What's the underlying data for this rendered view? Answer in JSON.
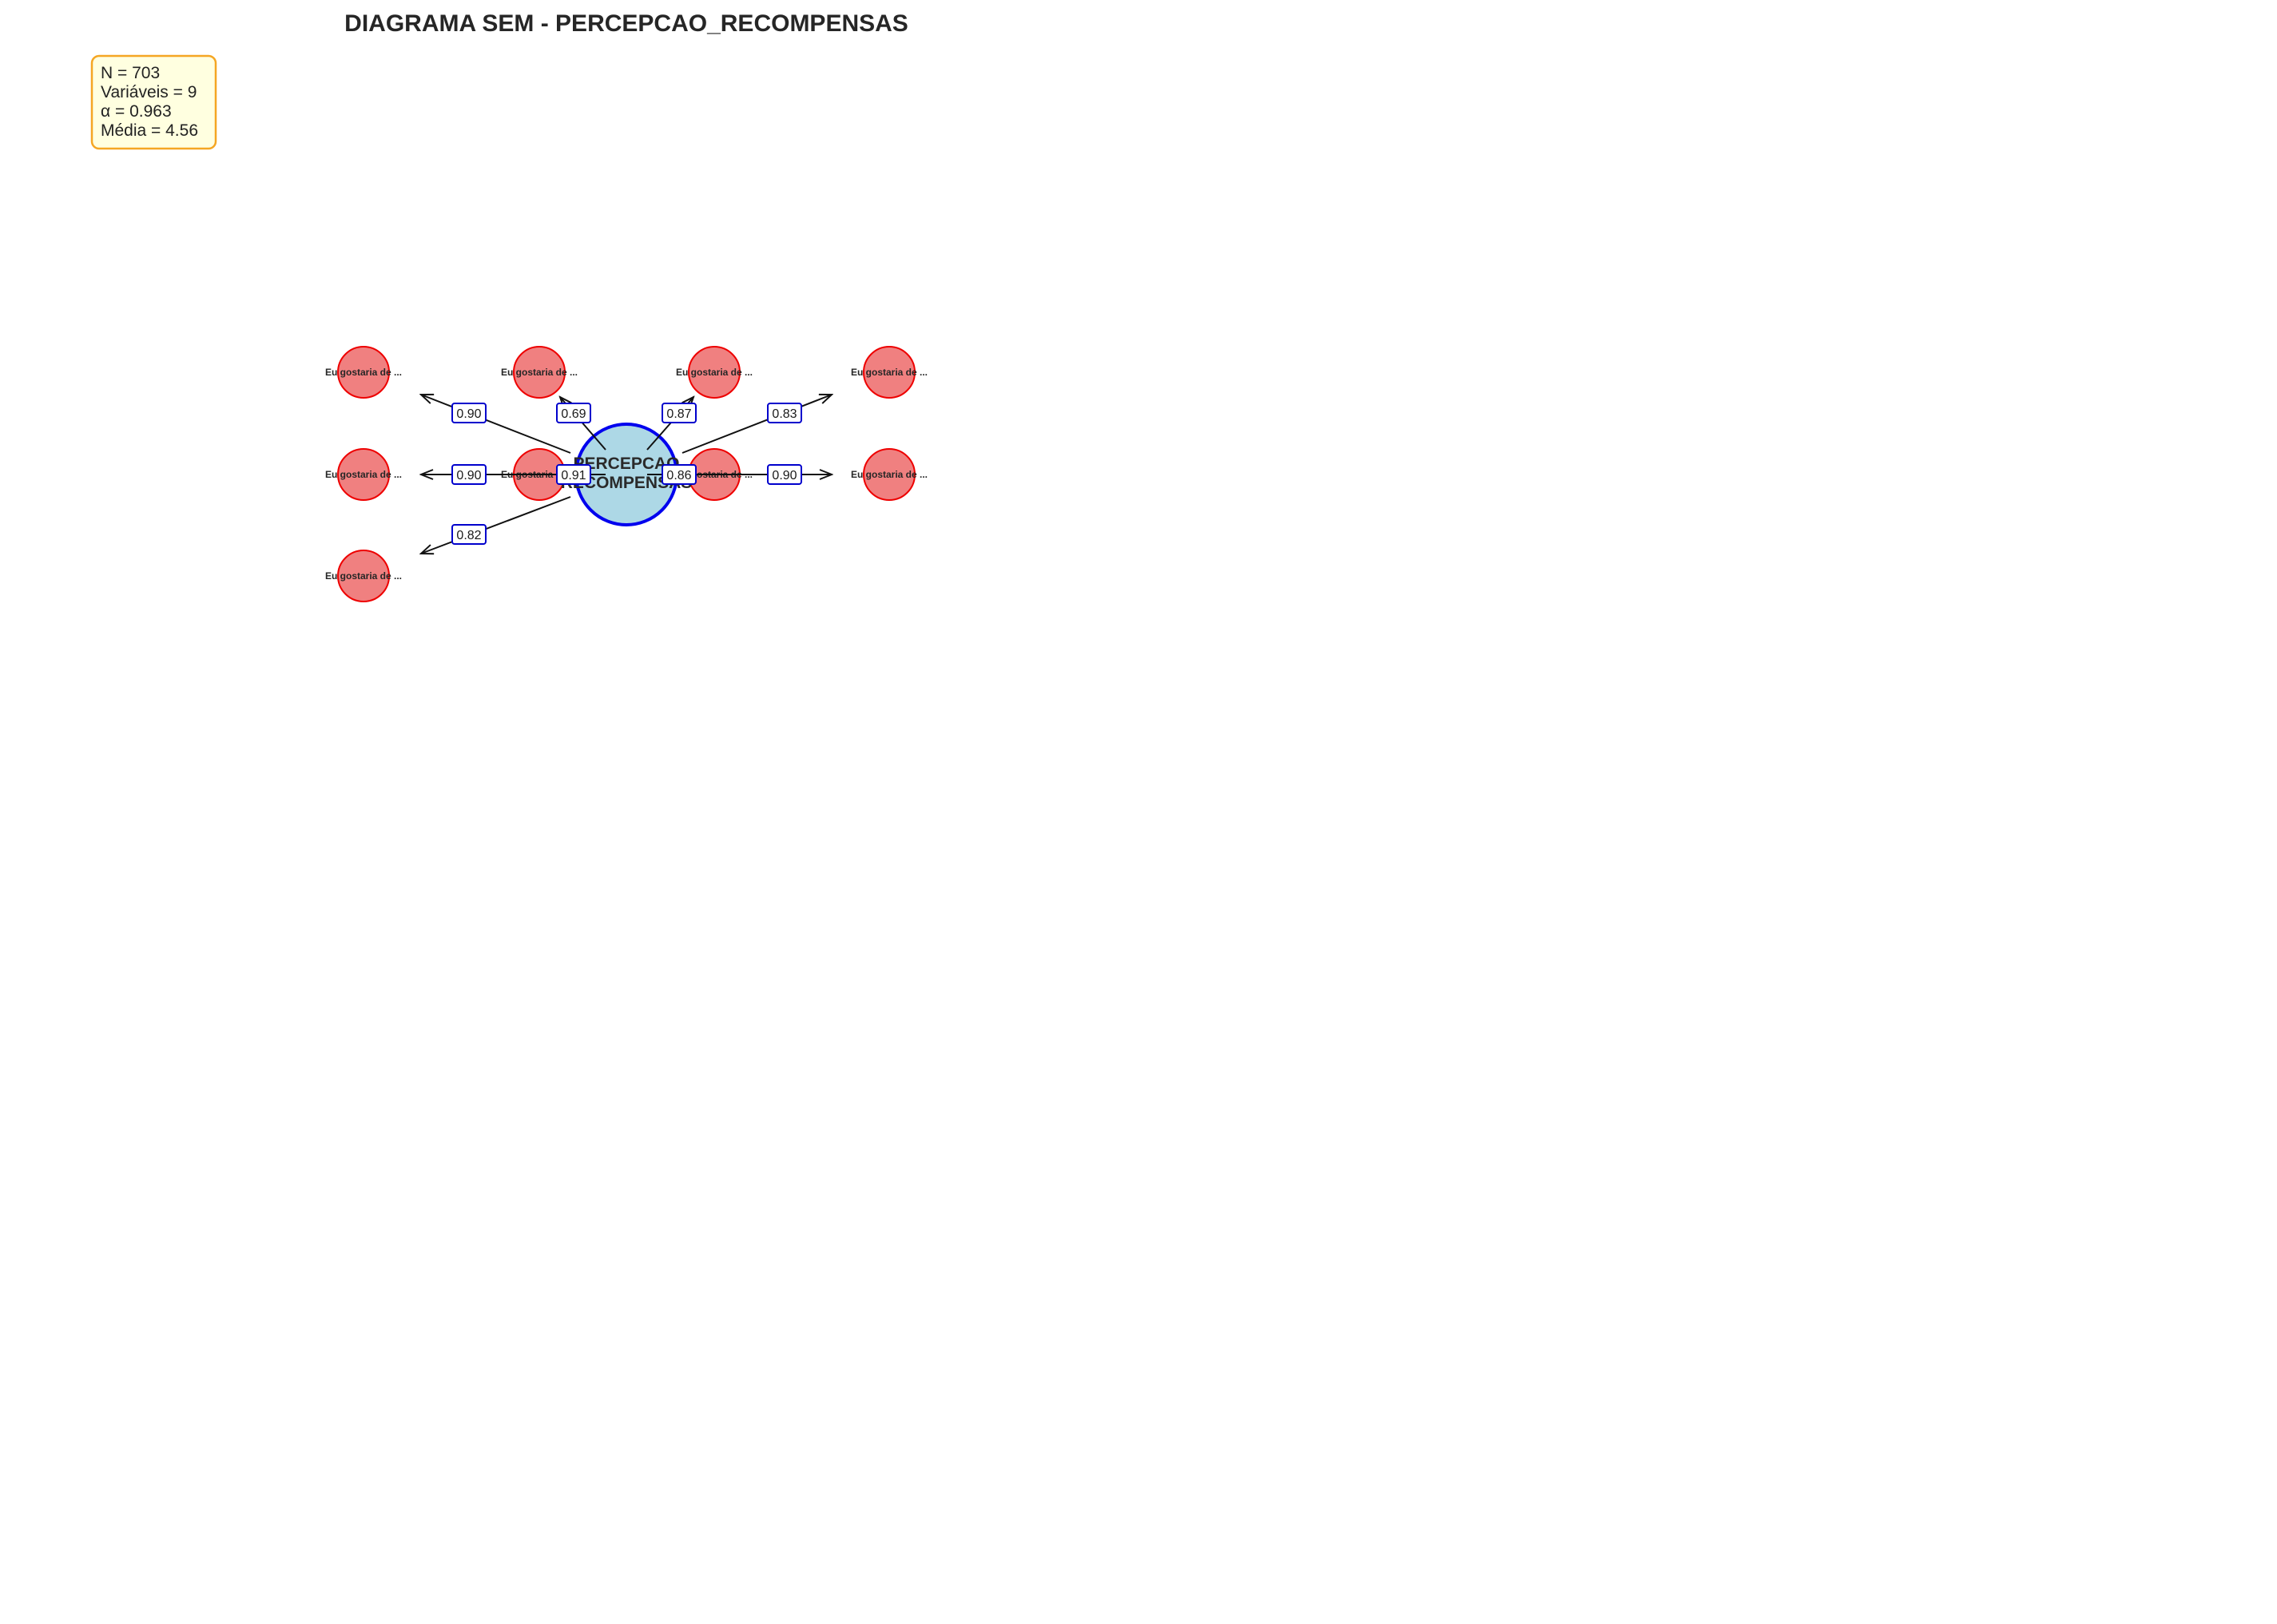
{
  "title": "DIAGRAMA SEM - PERCEPCAO_RECOMPENSAS",
  "stats": {
    "n": "N = 703",
    "variables": "Variáveis = 9",
    "alpha": "α = 0.963",
    "mean": "Média = 4.56"
  },
  "latent": {
    "line1": "PERCEPCAO",
    "line2": "RECOMPENSAS"
  },
  "indicators": [
    {
      "label": "Eu gostaria de ...",
      "loading": "0.90"
    },
    {
      "label": "Eu gostaria de ...",
      "loading": "0.69"
    },
    {
      "label": "Eu gostaria de ...",
      "loading": "0.87"
    },
    {
      "label": "Eu gostaria de ...",
      "loading": "0.83"
    },
    {
      "label": "Eu gostaria de ...",
      "loading": "0.90"
    },
    {
      "label": "Eu gostaria de ...",
      "loading": "0.91"
    },
    {
      "label": "Eu gostaria de ...",
      "loading": "0.86"
    },
    {
      "label": "Eu gostaria de ...",
      "loading": "0.90"
    },
    {
      "label": "Eu gostaria de ...",
      "loading": "0.82"
    }
  ],
  "colors": {
    "latent_fill": "#add8e6",
    "latent_stroke": "#0000ee",
    "indicator_fill": "#f08080",
    "indicator_stroke": "#ee0000",
    "stats_fill": "#ffffe0",
    "stats_stroke": "#f5a623",
    "label_stroke": "#0000cc"
  }
}
